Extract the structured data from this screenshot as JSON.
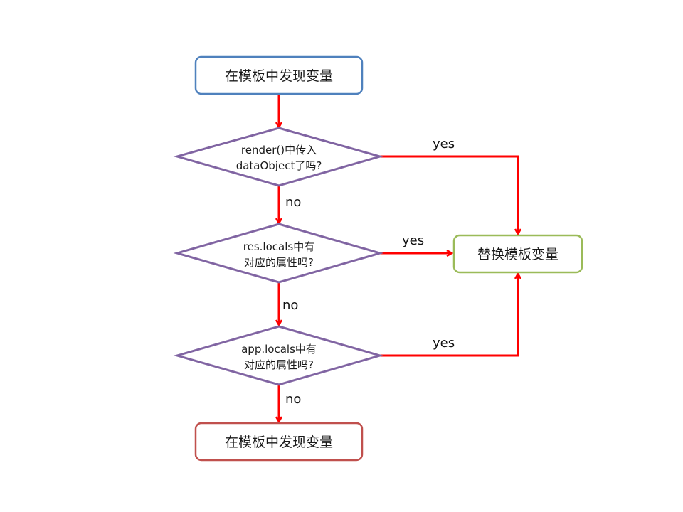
{
  "diagram": {
    "type": "flowchart",
    "colors": {
      "arrow": "#ff0000",
      "start_border": "#4f81bd",
      "decision_border": "#8064a2",
      "result_border": "#9bbb59",
      "end_border": "#c0504d",
      "fill": "#ffffff"
    },
    "nodes": {
      "start": {
        "label": "在模板中发现变量"
      },
      "decision1": {
        "lines": [
          "render()中传入",
          "dataObject了吗?"
        ]
      },
      "decision2": {
        "lines": [
          "res.locals中有",
          "对应的属性吗?"
        ]
      },
      "decision3": {
        "lines": [
          "app.locals中有",
          "对应的属性吗?"
        ]
      },
      "replace": {
        "label": "替换模板变量"
      },
      "end": {
        "label": "在模板中发现变量"
      }
    },
    "edges": [
      {
        "from": "start",
        "to": "decision1",
        "label": ""
      },
      {
        "from": "decision1",
        "to": "replace",
        "label": "yes"
      },
      {
        "from": "decision1",
        "to": "decision2",
        "label": "no"
      },
      {
        "from": "decision2",
        "to": "replace",
        "label": "yes"
      },
      {
        "from": "decision2",
        "to": "decision3",
        "label": "no"
      },
      {
        "from": "decision3",
        "to": "replace",
        "label": "yes"
      },
      {
        "from": "decision3",
        "to": "end",
        "label": "no"
      }
    ]
  }
}
